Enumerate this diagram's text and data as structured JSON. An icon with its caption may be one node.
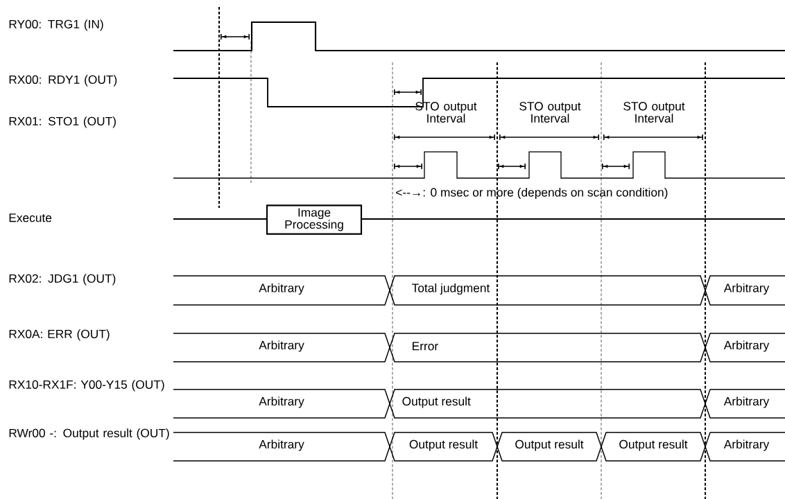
{
  "diagram": {
    "nodes": [
      {
        "text": [
          "Image Processing"
        ]
      },
      {
        "text": [
          "Arbitrary"
        ]
      },
      {
        "text": [
          "Total judgment"
        ]
      },
      {
        "text": [
          "Arbitrary"
        ]
      },
      {
        "text": [
          "Arbitrary"
        ]
      },
      {
        "text": [
          "Error"
        ]
      },
      {
        "text": [
          "Arbitrary"
        ]
      },
      {
        "text": [
          "Arbitrary"
        ]
      },
      {
        "text": [
          "Output result"
        ]
      },
      {
        "text": [
          "Arbitrary"
        ]
      },
      {
        "text": [
          "Arbitrary"
        ]
      },
      {
        "text": [
          "Output result"
        ]
      },
      {
        "text": [
          "Output result"
        ]
      },
      {
        "text": [
          "Output result"
        ]
      },
      {
        "text": [
          "Arbitrary"
        ]
      }
    ],
    "labels": [
      "RY00: TRG1 (IN)",
      "RX00: RDY1 (OUT)",
      "STO output Interval",
      "STO output Interval",
      "STO output Interval",
      "RX01: STO1 (OUT)",
      "<--→: 0 msec or more (depends on scan condition)",
      "Execute",
      "RX02: JDG1 (OUT)",
      "RX0A: ERR (OUT)",
      "RX10-RX1F: Y00-Y15 (OUT)",
      "RWr00 -: Output result (OUT)"
    ]
  }
}
